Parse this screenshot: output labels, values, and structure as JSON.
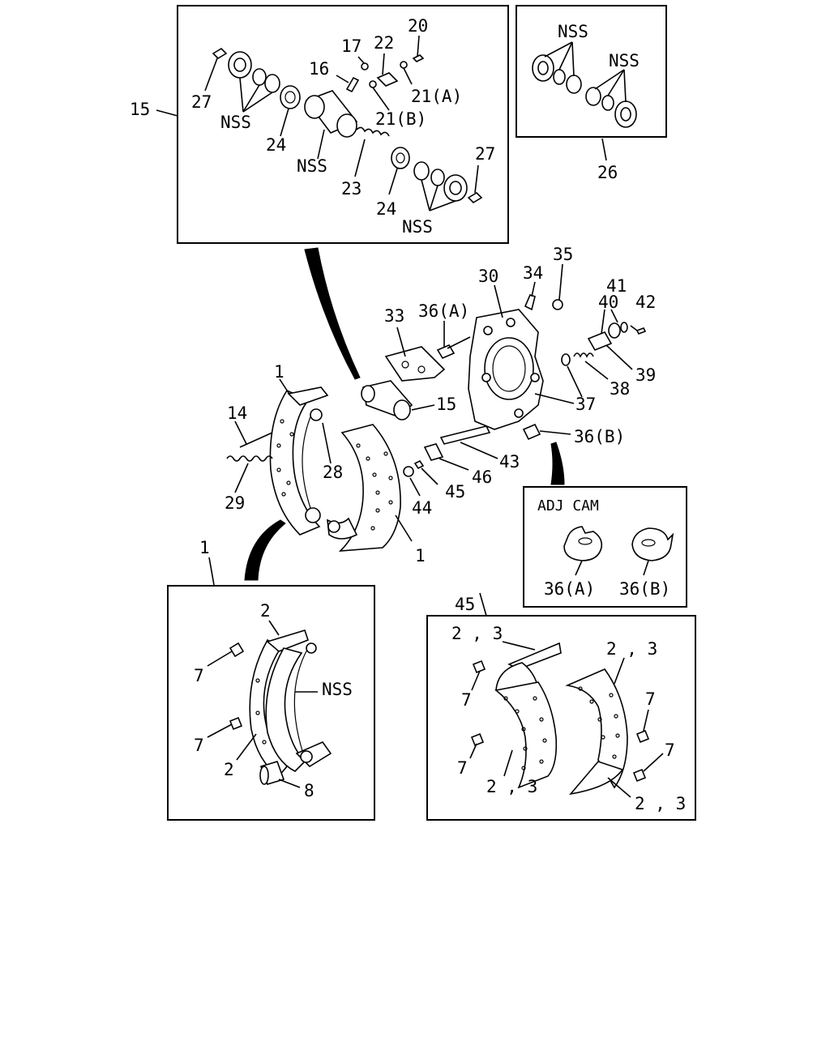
{
  "labels": {
    "n1a": "1",
    "n1b": "1",
    "n1c": "1",
    "n2a": "2",
    "n2b": "2",
    "n23a": "2 , 3",
    "n23b": "2 , 3",
    "n23c": "2 , 3",
    "n23d": "2 , 3",
    "n45": "45",
    "n7a": "7",
    "n7b": "7",
    "n7c": "7",
    "n7d": "7",
    "n7e": "7",
    "n7f": "7",
    "n8": "8",
    "n14": "14",
    "n15a": "15",
    "n15b": "15",
    "n16": "16",
    "n17": "17",
    "n20": "20",
    "n21a": "21(A)",
    "n21b": "21(B)",
    "n22": "22",
    "n23": "23",
    "n24a": "24",
    "n24b": "24",
    "n26": "26",
    "n27a": "27",
    "n27b": "27",
    "n28": "28",
    "n29": "29",
    "n30": "30",
    "n33": "33",
    "n34": "34",
    "n35": "35",
    "n36a": "36(A)",
    "n36b": "36(B)",
    "n36a2": "36(A)",
    "n36b2": "36(B)",
    "n37": "37",
    "n38": "38",
    "n39": "39",
    "n40": "40",
    "n41": "41",
    "n42": "42",
    "n43": "43",
    "n44": "44",
    "n46": "46",
    "nss1": "NSS",
    "nss2": "NSS",
    "nss3": "NSS",
    "nss4": "NSS",
    "nss5": "NSS",
    "nss6": "NSS",
    "adj_cam": "ADJ CAM"
  }
}
